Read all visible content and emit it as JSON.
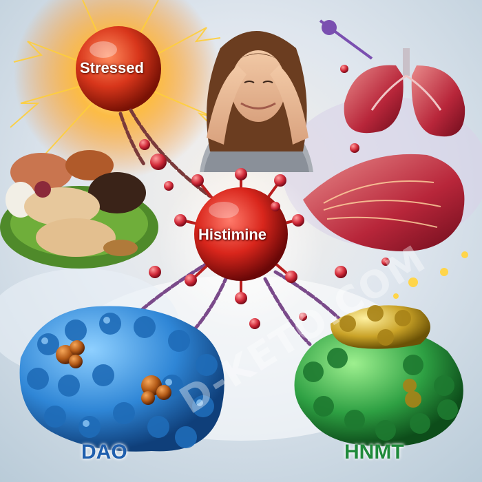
{
  "labels": {
    "stressed": "Stressed",
    "histimine": "Histimine",
    "dao": "DAO",
    "hnmt": "HNMT"
  },
  "watermark": "D-KETO.COM",
  "colors": {
    "stress_orb": "#d8361b",
    "histamine_orb": "#d9261c",
    "dao_protein": "#2f86d6",
    "hnmt_protein_green": "#2ea043",
    "hnmt_protein_gold": "#c9a227",
    "dao_label": "#1f5fae",
    "hnmt_label": "#1f8a3a",
    "chain": "#7a3a3a"
  },
  "icons": {
    "woman": "stressed-woman-figure",
    "food": "food-plate-illustration",
    "lungs": "lungs-illustration",
    "stomach": "stomach-illustration",
    "sun": "stress-burst"
  }
}
